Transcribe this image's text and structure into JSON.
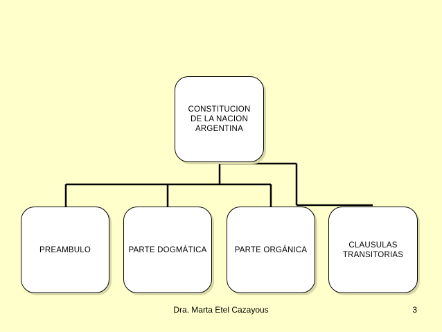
{
  "diagram": {
    "root": {
      "label": "CONSTITUCION\nDE LA NACION\nARGENTINA"
    },
    "children": [
      {
        "label": "PREAMBULO"
      },
      {
        "label": "PARTE DOGMÁTICA"
      },
      {
        "label": "PARTE ORGÁNICA"
      },
      {
        "label": "CLAUSULAS\nTRANSITORIAS"
      }
    ]
  },
  "footer": {
    "author": "Dra. Marta Etel Cazayous",
    "page_number": "3"
  },
  "colors": {
    "background": "#ffffcc",
    "box_fill": "#ffffff",
    "line": "#000000"
  }
}
